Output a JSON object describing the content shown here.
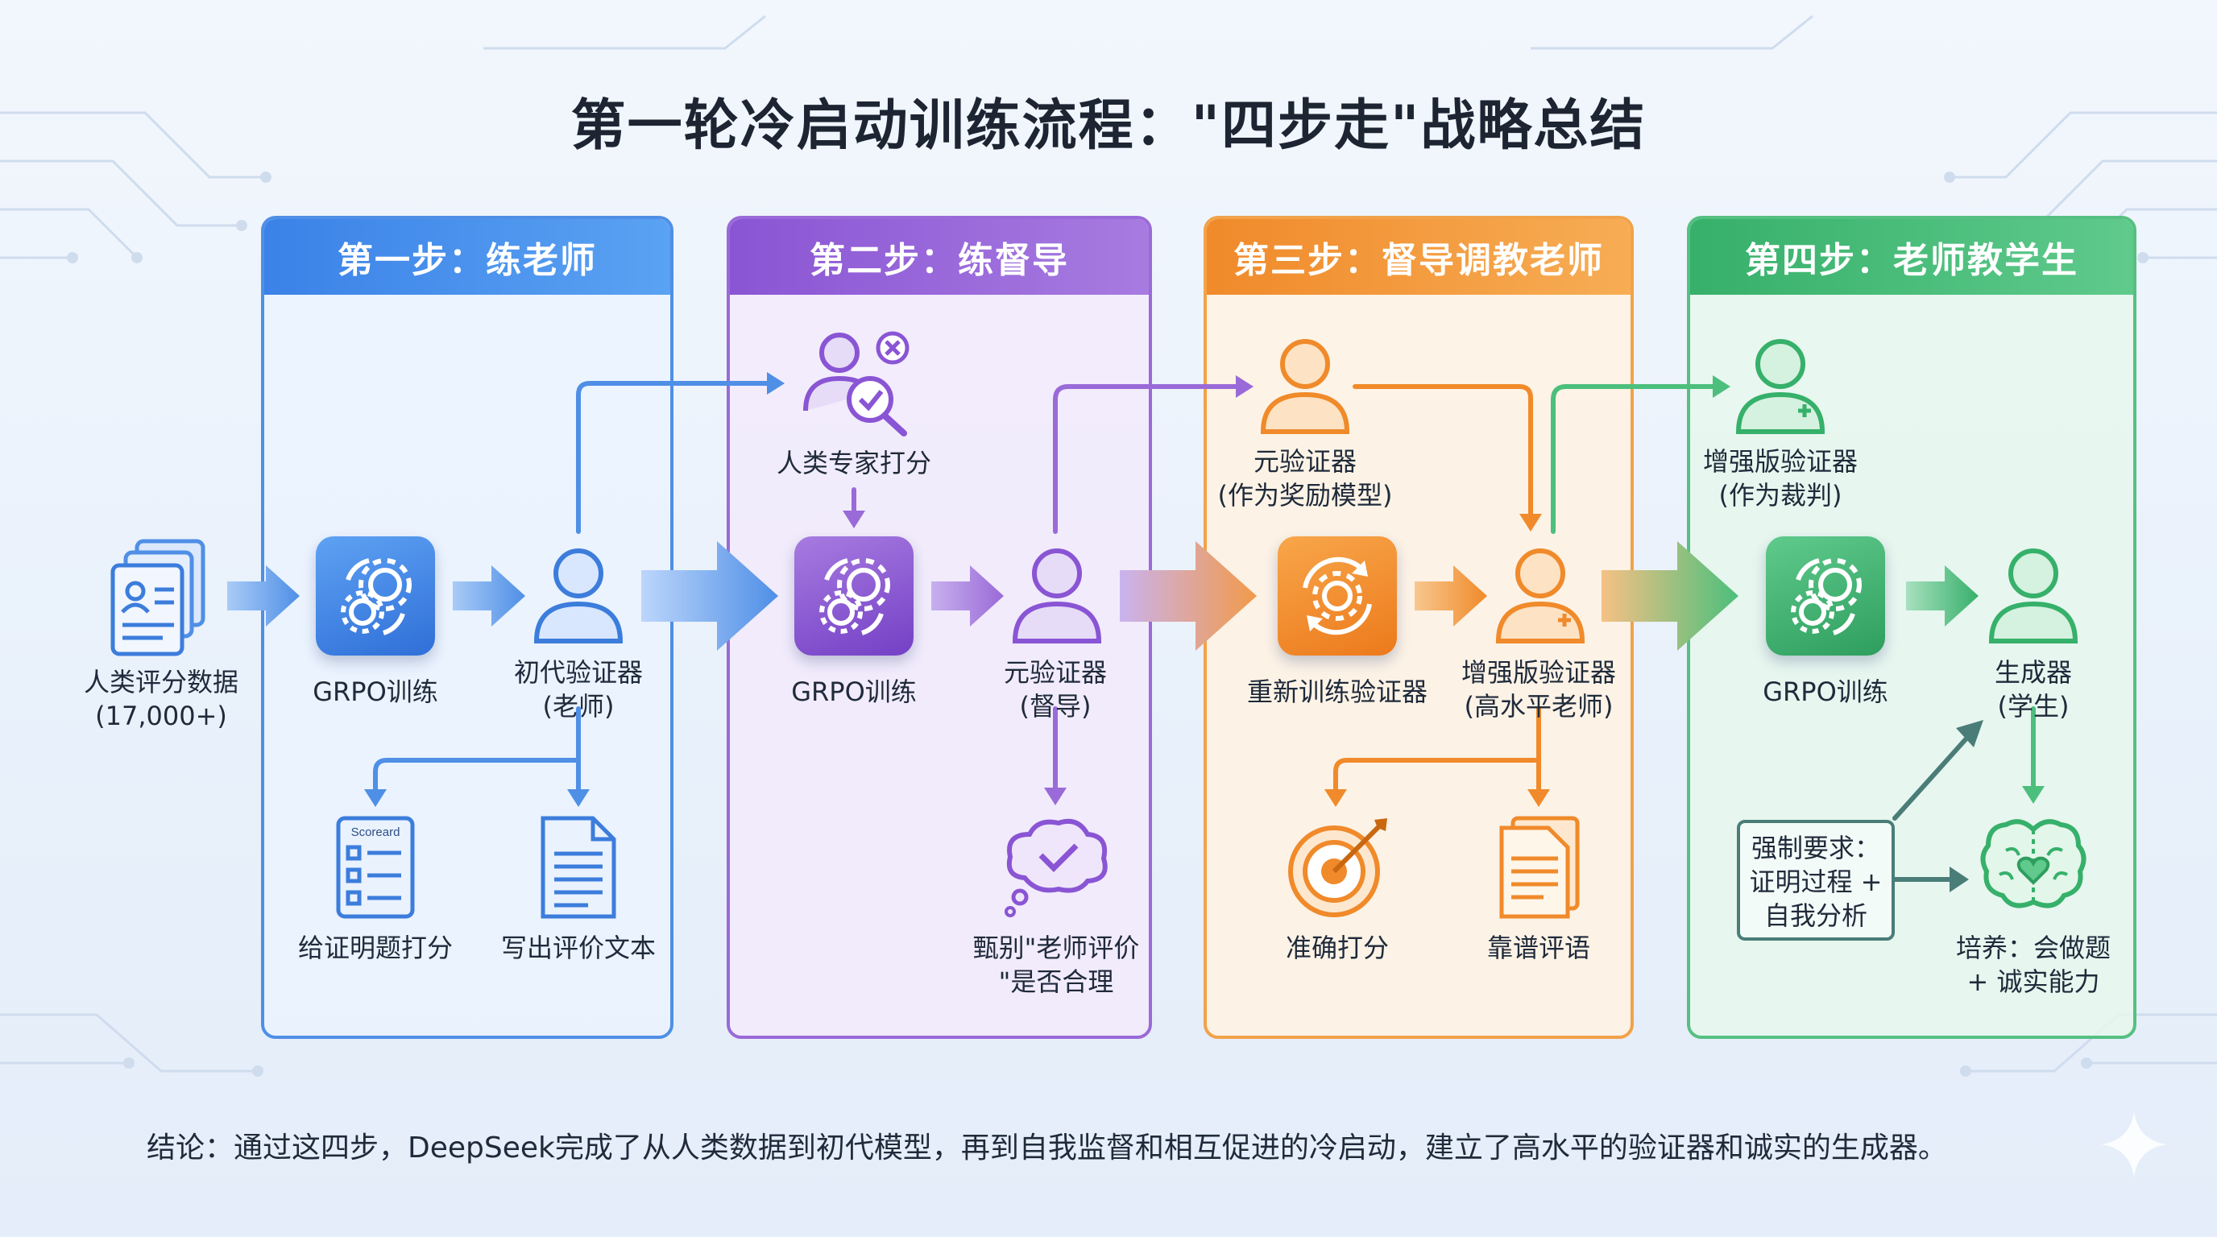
{
  "title": "第一轮冷启动训练流程：\"四步走\"战略总结",
  "colors": {
    "blue": "#3b82e8",
    "purple": "#8a55d4",
    "orange": "#f08a2a",
    "green": "#36b06a"
  },
  "steps": [
    {
      "header": "第一步：练老师"
    },
    {
      "header": "第二步：练督导"
    },
    {
      "header": "第三步：督导调教老师"
    },
    {
      "header": "第四步：老师教学生"
    }
  ],
  "nodes": {
    "human_data": [
      "人类评分数据",
      "(17,000+)"
    ],
    "grpo1": "GRPO训练",
    "verifier_initial": [
      "初代验证器",
      "(老师)"
    ],
    "score_proof": "给证明题打分",
    "scorecard_text": "Scoreard",
    "write_eval": "写出评价文本",
    "expert_score": "人类专家打分",
    "grpo2": "GRPO训练",
    "meta_verifier": [
      "元验证器",
      "(督导)"
    ],
    "judge_reasonable": [
      "甄别\"老师评价",
      "\"是否合理"
    ],
    "meta_reward": [
      "元验证器",
      "(作为奖励模型)"
    ],
    "retrain": "重新训练验证器",
    "enhanced_verifier": [
      "增强版验证器",
      "(高水平老师)"
    ],
    "accurate_score": "准确打分",
    "reliable_comment": "靠谱评语",
    "enhanced_judge": [
      "增强版验证器",
      "(作为裁判)"
    ],
    "grpo4": "GRPO训练",
    "generator": [
      "生成器",
      "(学生)"
    ],
    "requirement": [
      "强制要求：",
      "证明过程 +",
      "自我分析"
    ],
    "cultivate": [
      "培养：会做题",
      "+ 诚实能力"
    ]
  },
  "conclusion": "结论：通过这四步，DeepSeek完成了从人类数据到初代模型，再到自我监督和相互促进的冷启动，建立了高水平的验证器和诚实的生成器。"
}
